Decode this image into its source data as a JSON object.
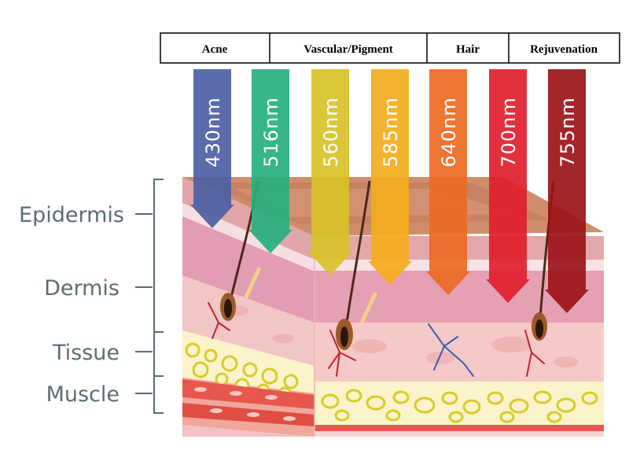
{
  "categories": [
    {
      "id": "acne",
      "label": "Acne"
    },
    {
      "id": "vascular-pigment",
      "label": "Vascular/Pigment"
    },
    {
      "id": "hair",
      "label": "Hair"
    },
    {
      "id": "rejuvenation",
      "label": "Rejuvenation"
    }
  ],
  "wavelengths": [
    {
      "label": "430nm",
      "color": "#4c5fa4"
    },
    {
      "label": "516nm",
      "color": "#26b07e"
    },
    {
      "label": "560nm",
      "color": "#d9c229"
    },
    {
      "label": "585nm",
      "color": "#f3ad1c"
    },
    {
      "label": "640nm",
      "color": "#ec6a24"
    },
    {
      "label": "700nm",
      "color": "#e11e2c"
    },
    {
      "label": "755nm",
      "color": "#9b1318"
    }
  ],
  "layers": [
    {
      "id": "epidermis",
      "label": "Epidermis"
    },
    {
      "id": "dermis",
      "label": "Dermis"
    },
    {
      "id": "tissue",
      "label": "Tissue"
    },
    {
      "id": "muscle",
      "label": "Muscle"
    }
  ],
  "colors": {
    "bracket": "#5b6d74",
    "epidermis_top": "#c98867",
    "dermis": "#e6a3b4",
    "tissue": "#f3c3c3",
    "fat": "#fbf3c9",
    "fat_ring": "#d8cc2a",
    "muscle": "#e7574f",
    "vessel_red": "#c8202e",
    "vessel_blue": "#3a5db5",
    "hair": "#4a2a18"
  }
}
